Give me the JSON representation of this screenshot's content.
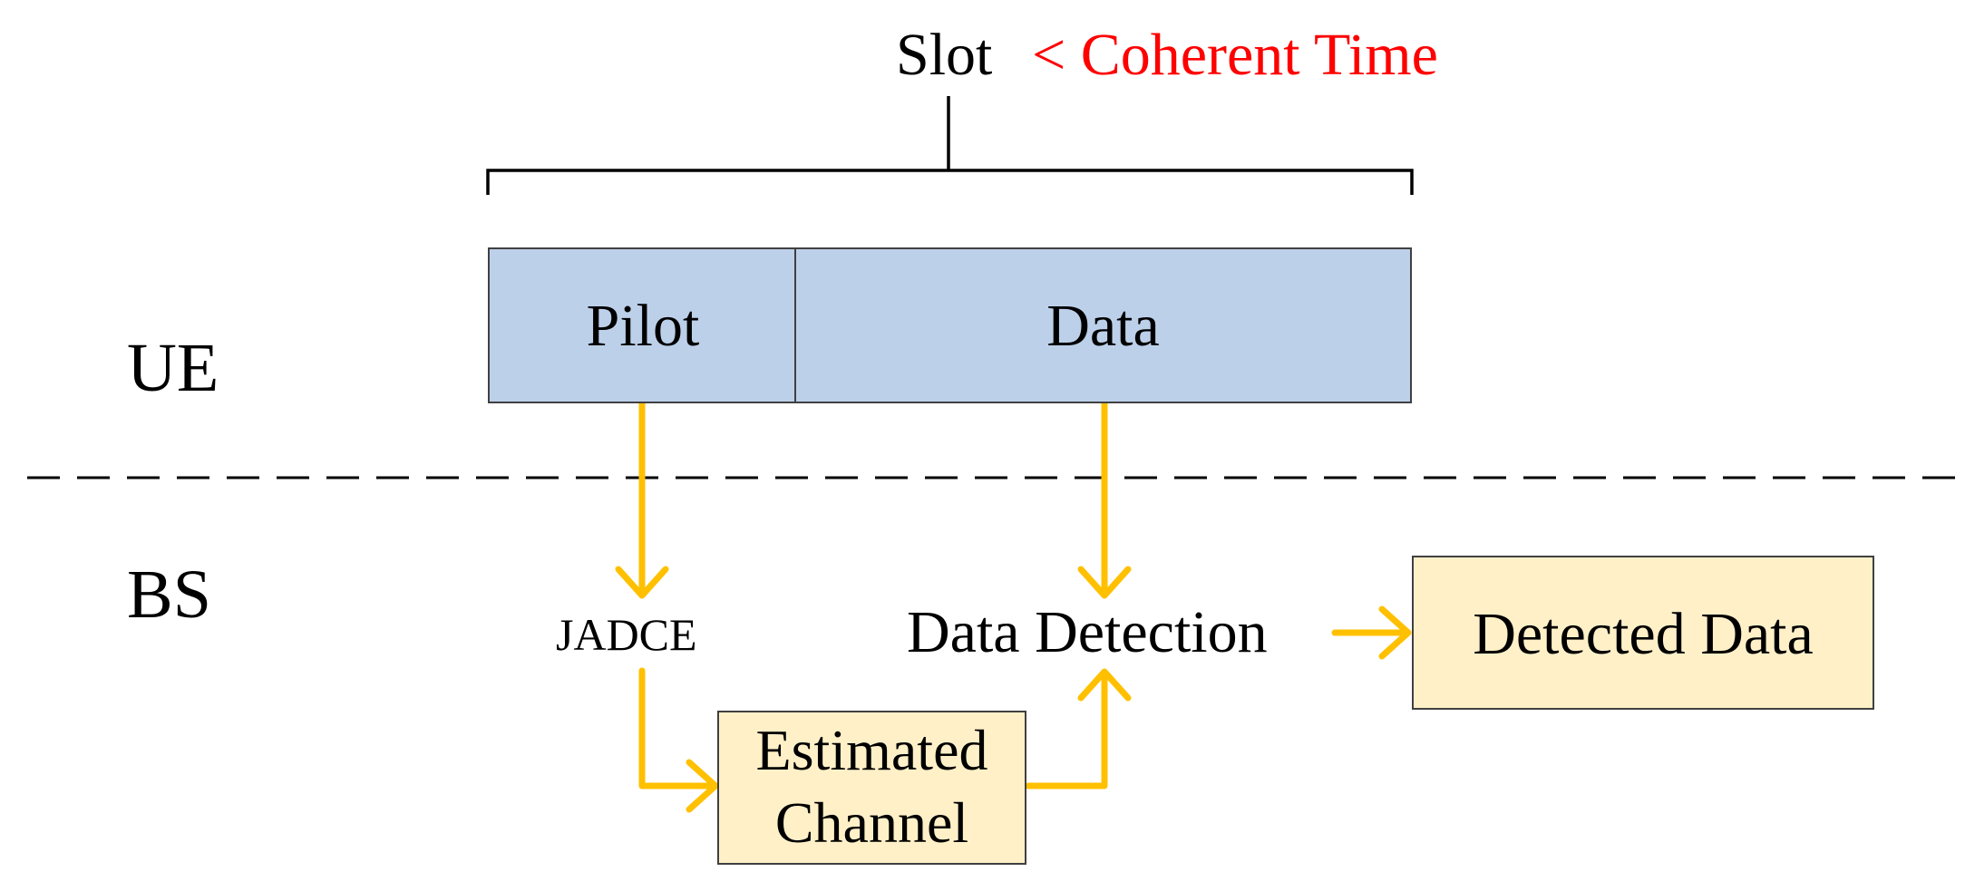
{
  "slot": {
    "label": "Slot",
    "constraint": "< Coherent Time"
  },
  "ue": {
    "label": "UE",
    "frame": {
      "pilot": "Pilot",
      "data": "Data"
    }
  },
  "bs": {
    "label": "BS",
    "jadce": "JADCE",
    "data_detection": "Data Detection",
    "estimated_channel": [
      "Estimated",
      "Channel"
    ],
    "detected_data": "Detected Data"
  },
  "colors": {
    "frame_fill": "#BDD0EA",
    "frame_border": "#404040",
    "output_fill": "#FFF0C8",
    "arrow": "#FFC000",
    "constraint_text": "#FF0000",
    "text": "#000000",
    "divider": "#000000"
  }
}
